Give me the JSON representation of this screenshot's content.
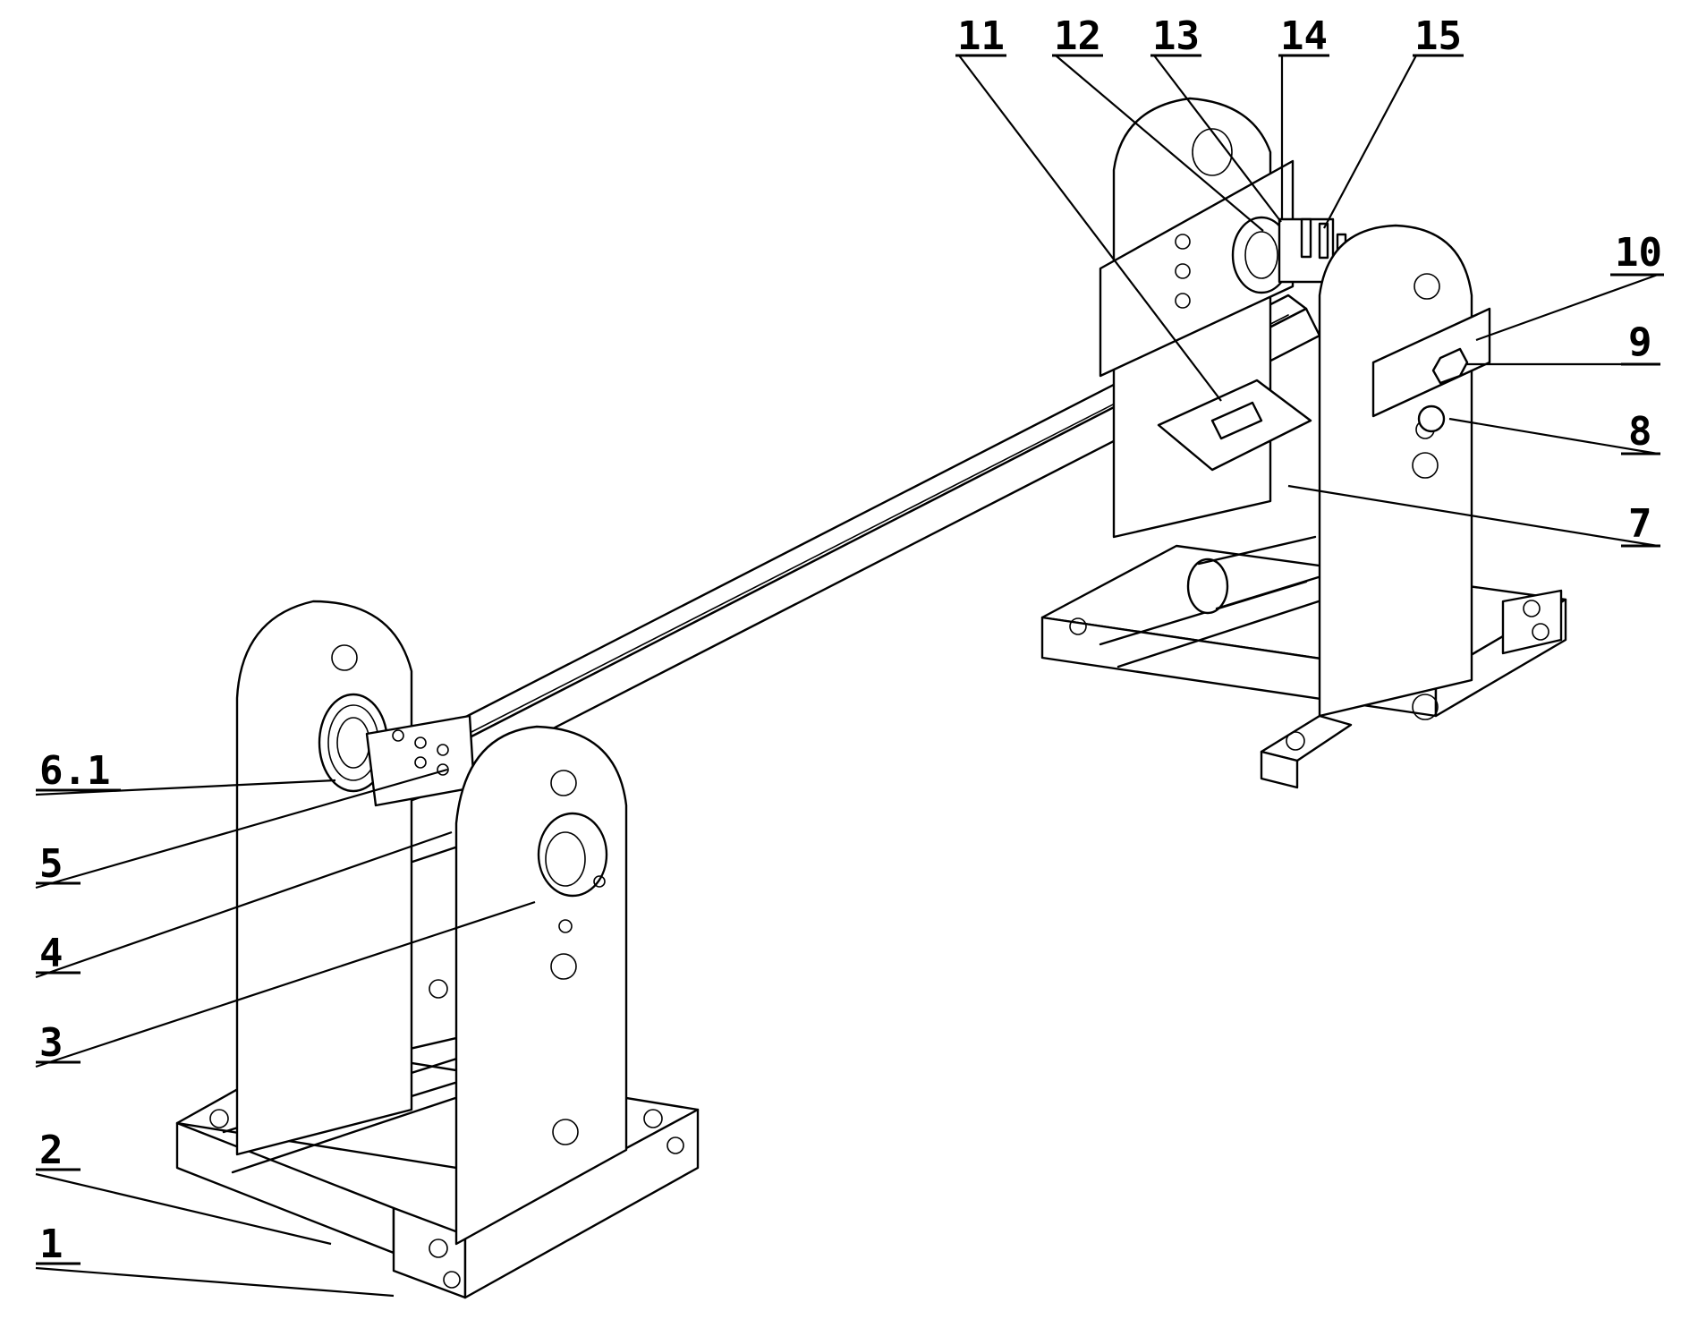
{
  "callouts": [
    {
      "id": "c1",
      "text": "1"
    },
    {
      "id": "c2",
      "text": "2"
    },
    {
      "id": "c3",
      "text": "3"
    },
    {
      "id": "c4",
      "text": "4"
    },
    {
      "id": "c5",
      "text": "5"
    },
    {
      "id": "c61",
      "text": "6.1"
    },
    {
      "id": "c7",
      "text": "7"
    },
    {
      "id": "c8",
      "text": "8"
    },
    {
      "id": "c9",
      "text": "9"
    },
    {
      "id": "c10",
      "text": "10"
    },
    {
      "id": "c11",
      "text": "11"
    },
    {
      "id": "c12",
      "text": "12"
    },
    {
      "id": "c13",
      "text": "13"
    },
    {
      "id": "c14",
      "text": "14"
    },
    {
      "id": "c15",
      "text": "15"
    }
  ]
}
